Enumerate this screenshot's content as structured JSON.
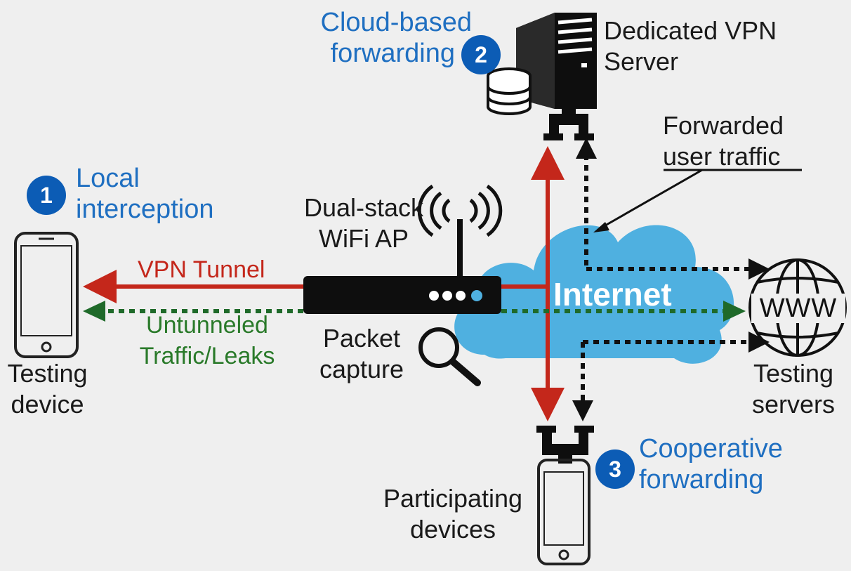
{
  "nodes": {
    "testing_device": {
      "label_line1": "Testing",
      "label_line2": "device"
    },
    "wifi_ap": {
      "label_line1": "Dual-stack",
      "label_line2": "WiFi AP"
    },
    "packet_capture": {
      "label_line1": "Packet",
      "label_line2": "capture"
    },
    "vpn_server": {
      "label_line1": "Dedicated VPN",
      "label_line2": "Server"
    },
    "internet": {
      "label": "Internet"
    },
    "testing_servers": {
      "label_line1": "Testing",
      "label_line2": "servers",
      "icon_text": "WWW"
    },
    "participating_devices": {
      "label_line1": "Participating",
      "label_line2": "devices"
    }
  },
  "methods": [
    {
      "number": "1",
      "line1": "Local",
      "line2": "interception"
    },
    {
      "number": "2",
      "line1": "Cloud-based",
      "line2": "forwarding"
    },
    {
      "number": "3",
      "line1": "Cooperative",
      "line2": "forwarding"
    }
  ],
  "edges": {
    "vpn_tunnel": {
      "label": "VPN Tunnel"
    },
    "untunneled": {
      "line1": "Untunneled",
      "line2": "Traffic/Leaks"
    },
    "forwarded": {
      "line1": "Forwarded",
      "line2": "user traffic"
    }
  },
  "colors": {
    "method_blue": "#1f6fc1",
    "badge_blue": "#0c5cb5",
    "tunnel_red": "#c4271b",
    "leak_green": "#1f6a2a",
    "cloud_blue": "#4fb0e0",
    "background": "#efefef"
  }
}
